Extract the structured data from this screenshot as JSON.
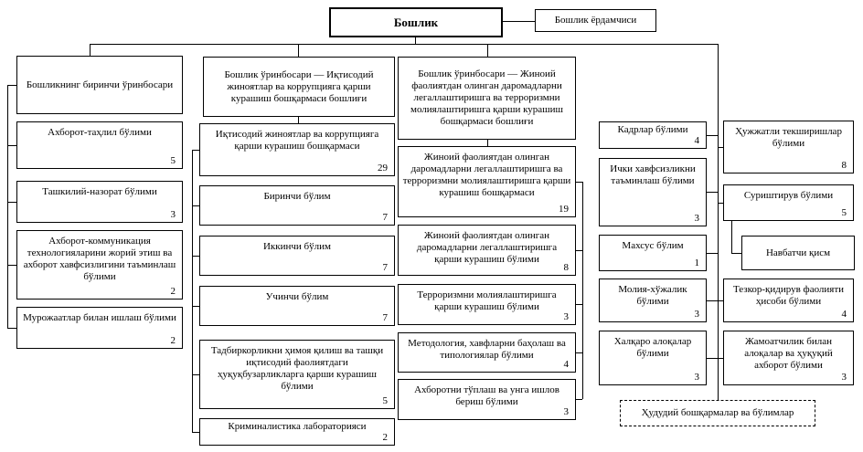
{
  "colors": {
    "line": "#000000",
    "border": "#000000",
    "text": "#000000",
    "background": "#ffffff"
  },
  "org": {
    "boss": "Бошлик",
    "assistant": "Бошлик ёрдамчиси",
    "territorial": "Ҳудудий бошқармалар ва бўлимлар",
    "col1": {
      "header": "Бошликнинг биринчи ўринбосари",
      "items": [
        {
          "label": "Ахборот-таҳлил бўлими",
          "count": "5"
        },
        {
          "label": "Ташкилий-назорат бўлими",
          "count": "3"
        },
        {
          "label": "Ахборот-коммуникация технологияларини жорий этиш ва ахборот хавфсизлигини таъминлаш бўлими",
          "count": "2"
        },
        {
          "label": "Мурожаатлар билан ишлаш бўлими",
          "count": "2"
        }
      ]
    },
    "col2": {
      "header": "Бошлик ўринбосари — Иқтисодий жиноятлар ва коррупцияга қарши курашиш бошқармаси бошлиғи",
      "main": {
        "label": "Иқтисодий жиноятлар ва коррупцияга қарши курашиш бошқармаси",
        "count": "29"
      },
      "items": [
        {
          "label": "Биринчи бўлим",
          "count": "7"
        },
        {
          "label": "Иккинчи бўлим",
          "count": "7"
        },
        {
          "label": "Учинчи бўлим",
          "count": "7"
        },
        {
          "label": "Тадбиркорликни ҳимоя қилиш ва ташқи иқтисодий фаолиятдаги ҳуқуқбузарликларга қарши курашиш бўлими",
          "count": "5"
        },
        {
          "label": "Криминалистика лабораторияси",
          "count": "2"
        }
      ]
    },
    "col3": {
      "header": "Бошлик ўринбосари — Жиноий фаолиятдан олинган даромадларни легаллаштиришга ва терроризмни молиялаштиришга қарши курашиш бошқармаси бошлиғи",
      "main": {
        "label": "Жиноий фаолиятдан олинган даромадларни легаллаштиришга ва терроризмни молиялаштиришга қарши курашиш бошқармаси",
        "count": "19"
      },
      "items": [
        {
          "label": "Жиноий фаолиятдан олинган даромадларни легаллаштиришга қарши курашиш бўлими",
          "count": "8"
        },
        {
          "label": "Терроризмни молиялаштиришга қарши курашиш бўлими",
          "count": "3"
        },
        {
          "label": "Методология, хавфларни баҳолаш ва типологиялар бўлими",
          "count": "4"
        },
        {
          "label": "Ахборотни тўплаш ва унга ишлов бериш бўлими",
          "count": "3"
        }
      ]
    },
    "col4": {
      "items": [
        {
          "label": "Кадрлар бўлими",
          "count": "4"
        },
        {
          "label": "Ички хавфсизликни таъминлаш бўлими",
          "count": "3"
        },
        {
          "label": "Махсус бўлим",
          "count": "1"
        },
        {
          "label": "Молия-хўжалик бўлими",
          "count": "3"
        },
        {
          "label": "Халқаро алоқалар бўлими",
          "count": "3"
        }
      ]
    },
    "col5": {
      "items": [
        {
          "label": "Ҳужжатли текширишлар бўлими",
          "count": "8"
        },
        {
          "label": "Суриштирув бўлими",
          "count": "5"
        },
        {
          "label": "Навбатчи қисм",
          "count": ""
        },
        {
          "label": "Тезкор-қидирув фаолияти ҳисоби бўлими",
          "count": "4"
        },
        {
          "label": "Жамоатчилик билан алоқалар ва ҳуқуқий ахборот бўлими",
          "count": "3"
        }
      ]
    }
  }
}
